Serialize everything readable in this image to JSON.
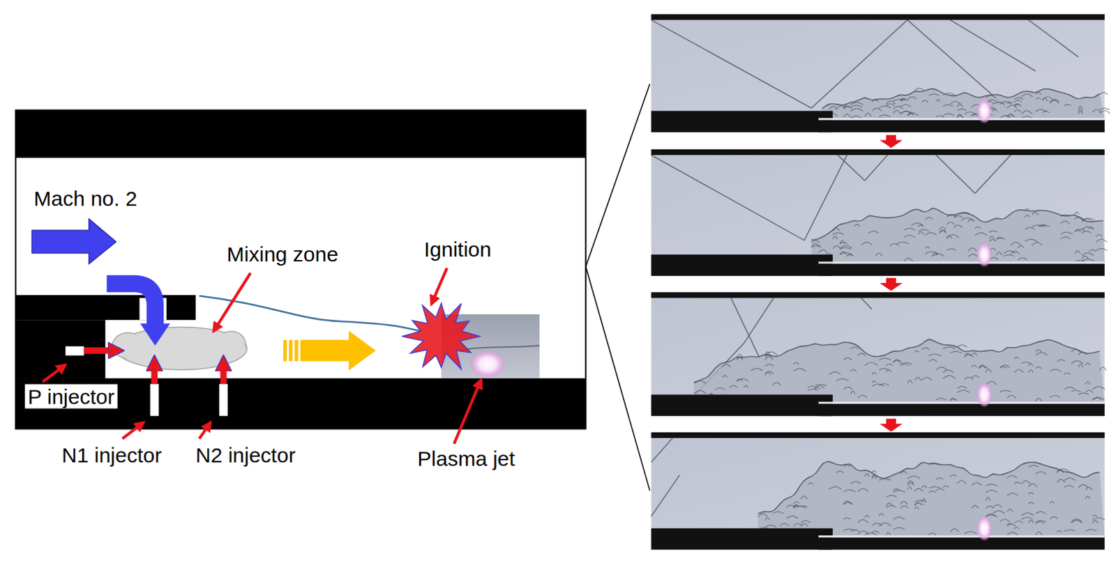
{
  "diagram": {
    "labels": [
      "Mach no. 2",
      "Mixing zone",
      "Ignition",
      "P injector",
      "N1 injector",
      "N2 injector",
      "Plasma jet"
    ]
  }
}
